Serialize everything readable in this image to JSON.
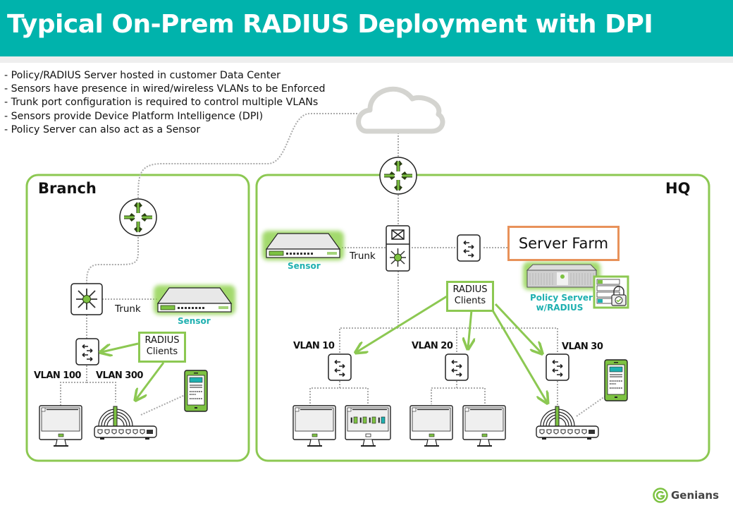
{
  "header": {
    "title": "Typical On-Prem RADIUS Deployment with DPI"
  },
  "bullets": [
    "- Policy/RADIUS Server hosted in customer Data Center",
    "- Sensors have presence in wired/wireless VLANs to be Enforced",
    "- Trunk port configuration is required to control multiple VLANs",
    "- Sensors provide Device Platform Intelligence (DPI)",
    "- Policy Server can also act as a Sensor"
  ],
  "colors": {
    "brand_teal": "#00b3ac",
    "site_border": "#8cc852",
    "server_farm_border": "#e8925a",
    "label_teal": "#1eb0b0",
    "link_dots": "#aaaaaa"
  },
  "branch": {
    "title": "Branch",
    "trunk_label": "Trunk",
    "sensor_label": "Sensor",
    "radius_clients": {
      "line1": "RADIUS",
      "line2": "Clients"
    },
    "vlans": [
      "VLAN 100",
      "VLAN 300"
    ]
  },
  "hq": {
    "title": "HQ",
    "trunk_label": "Trunk",
    "sensor_label": "Sensor",
    "server_farm": "Server Farm",
    "policy_server": {
      "line1": "Policy Server",
      "line2": "w/RADIUS"
    },
    "radius_clients": {
      "line1": "RADIUS",
      "line2": "Clients"
    },
    "vlans": [
      "VLAN 10",
      "VLAN 20",
      "VLAN 30"
    ]
  },
  "icons": [
    "cloud-icon",
    "router-icon",
    "core-switch-icon",
    "l2-switch-icon",
    "sensor-appliance-icon",
    "policy-server-icon",
    "server-rack-lock-icon",
    "desktop-icon",
    "wifi-ap-icon",
    "smartphone-icon"
  ],
  "footer": {
    "brand": "Genians"
  }
}
